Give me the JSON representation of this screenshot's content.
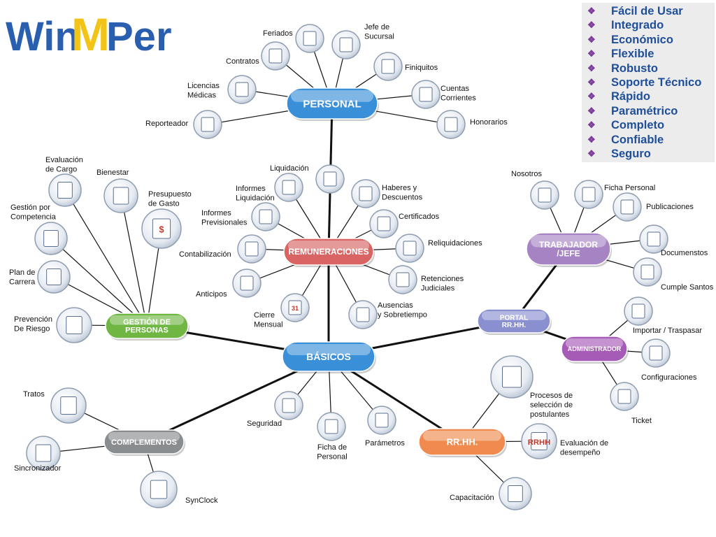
{
  "logo": {
    "text_win": "Win",
    "text_per": "Per",
    "text_m": "M"
  },
  "features": [
    "Fácil de Usar",
    "Integrado",
    "Económico",
    "Flexible",
    "Robusto",
    "Soporte Técnico",
    "Rápido",
    "Paramétrico",
    "Completo",
    "Confiable",
    "Seguro"
  ],
  "colors": {
    "blue_pill": "#3a8fd9",
    "red_pill": "#d86464",
    "green_pill": "#6fb742",
    "gray_pill": "#8a8d90",
    "lilac_pill": "#a683c3",
    "orange_pill": "#f08a4e",
    "magenta_pill": "#a65bb7",
    "portal_pill": "#8a8fcf",
    "feature_text": "#1f4e9a"
  },
  "hubs": [
    {
      "id": "personal",
      "label": "PERSONAL"
    },
    {
      "id": "remuneraciones",
      "label": "REMUNERACIONES"
    },
    {
      "id": "basicos",
      "label": "BÁSICOS"
    },
    {
      "id": "gestion",
      "label": "GESTIÓN DE|PERSONAS"
    },
    {
      "id": "complementos",
      "label": "COMPLEMENTOS"
    },
    {
      "id": "rrhh",
      "label": "RR.HH."
    },
    {
      "id": "portal",
      "label": "PORTAL|RR.HH."
    },
    {
      "id": "trabajador",
      "label": "TRABAJADOR|/JEFE"
    },
    {
      "id": "administrador",
      "label": "ADMINISTRADOR"
    }
  ],
  "nodes": [
    {
      "id": "feriados",
      "label": "Feriados",
      "icon": "sunset-icon"
    },
    {
      "id": "jefe_sucursal",
      "label": "Jefe de|Sucursal",
      "icon": "people-icon"
    },
    {
      "id": "contratos",
      "label": "Contratos",
      "icon": "handshake-icon"
    },
    {
      "id": "finiquitos",
      "label": "Finiquitos",
      "icon": "envelope-icon"
    },
    {
      "id": "licencias",
      "label": "Licencias|Médicas",
      "icon": "ambulance-icon"
    },
    {
      "id": "cuentas",
      "label": "Cuentas|Corrientes",
      "icon": "laptop-icon"
    },
    {
      "id": "reporteador",
      "label": "Reporteador",
      "icon": "database-icon"
    },
    {
      "id": "honorarios",
      "label": "Honorarios",
      "icon": "money-icon"
    },
    {
      "id": "liquidacion",
      "label": "Liquidación",
      "icon": "money-envelope-icon"
    },
    {
      "id": "informes_liq",
      "label": "Informes|Liquidación",
      "icon": "document-icon"
    },
    {
      "id": "haberes",
      "label": "Haberes y|Descuentos",
      "icon": "ledger-icon"
    },
    {
      "id": "informes_prev",
      "label": "Informes|Previsionales",
      "icon": "building-icon"
    },
    {
      "id": "certificados",
      "label": "Certificados",
      "icon": "stamp-icon"
    },
    {
      "id": "contabilizacion",
      "label": "Contabilización",
      "icon": "calculator-icon"
    },
    {
      "id": "reliquidaciones",
      "label": "Reliquidaciones",
      "icon": "cash-hand-icon"
    },
    {
      "id": "anticipos",
      "label": "Anticipos",
      "icon": "coins-icon"
    },
    {
      "id": "retenciones",
      "label": "Retenciones|Judiciales",
      "icon": "scales-icon"
    },
    {
      "id": "cierre",
      "label": "Cierre|Mensual",
      "icon": "calendar-icon",
      "icon_text": "31"
    },
    {
      "id": "ausencias",
      "label": "Ausencias|y Sobretiempo",
      "icon": "clock-icon"
    },
    {
      "id": "evaluacion_cargo",
      "label": "Evaluación|de Cargo",
      "icon": "chart-person-icon"
    },
    {
      "id": "bienestar",
      "label": "Bienestar",
      "icon": "family-icon"
    },
    {
      "id": "presupuesto",
      "label": "Presupuesto|de Gasto",
      "icon": "dollar-icon",
      "icon_text": "$"
    },
    {
      "id": "competencia",
      "label": "Gestión por|Competencia",
      "icon": "people-icon"
    },
    {
      "id": "plan_carrera",
      "label": "Plan de|Carrera",
      "icon": "stairs-icon"
    },
    {
      "id": "prevencion",
      "label": "Prevención|De Riesgo",
      "icon": "warning-icon"
    },
    {
      "id": "tratos",
      "label": "Tratos",
      "icon": "worker-icon"
    },
    {
      "id": "sincronizador",
      "label": "Sincronizador",
      "icon": "gears-icon"
    },
    {
      "id": "synclock",
      "label": "SynClock",
      "icon": "gears-clock-icon"
    },
    {
      "id": "seguridad",
      "label": "Seguridad",
      "icon": "padlock-icon"
    },
    {
      "id": "ficha_personal_b",
      "label": "Ficha de|Personal",
      "icon": "person-icon"
    },
    {
      "id": "parametros",
      "label": "Parámetros",
      "icon": "tools-icon"
    },
    {
      "id": "seleccion",
      "label": "Procesos de|selección de|postulantes",
      "icon": "candidates-icon"
    },
    {
      "id": "evaluacion_desempeno",
      "label": "Evaluación de|desempeño",
      "icon": "rrhh-check-icon",
      "icon_text": "RRHH"
    },
    {
      "id": "capacitacion",
      "label": "Capacitación",
      "icon": "books-icon"
    },
    {
      "id": "nosotros",
      "label": "Nosotros",
      "icon": "book-icon"
    },
    {
      "id": "ficha_personal_t",
      "label": "Ficha Personal",
      "icon": "id-card-icon"
    },
    {
      "id": "publicaciones",
      "label": "Publicaciones",
      "icon": "newspaper-icon"
    },
    {
      "id": "documentos",
      "label": "Documenstos",
      "icon": "binders-icon"
    },
    {
      "id": "cumple",
      "label": "Cumple Santos",
      "icon": "gift-icon"
    },
    {
      "id": "importar",
      "label": "Importar / Traspasar",
      "icon": "refresh-icon"
    },
    {
      "id": "configuraciones",
      "label": "Configuraciones",
      "icon": "wrench-icon"
    },
    {
      "id": "ticket",
      "label": "Ticket",
      "icon": "ticket-icon"
    }
  ]
}
